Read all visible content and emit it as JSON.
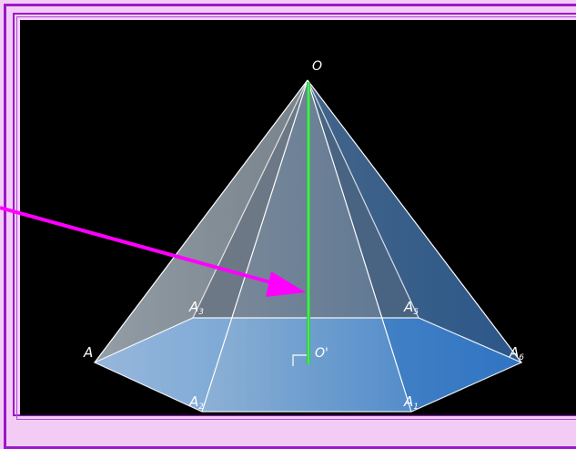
{
  "diagram": {
    "apex_label": "O",
    "foot_label": "O'",
    "vertices": [
      {
        "letter": "A",
        "sub": ""
      },
      {
        "letter": "A",
        "sub": "2"
      },
      {
        "letter": "A",
        "sub": "1"
      },
      {
        "letter": "A",
        "sub": "6"
      },
      {
        "letter": "A",
        "sub": "5"
      },
      {
        "letter": "A",
        "sub": "3"
      }
    ],
    "colors": {
      "background": "#000000",
      "height_line": "#2ecc40",
      "arrow": "#ff00ff",
      "frame": "#9a19c8",
      "frame_fill": "#f3ccf6",
      "base": "#3b82d6"
    }
  }
}
